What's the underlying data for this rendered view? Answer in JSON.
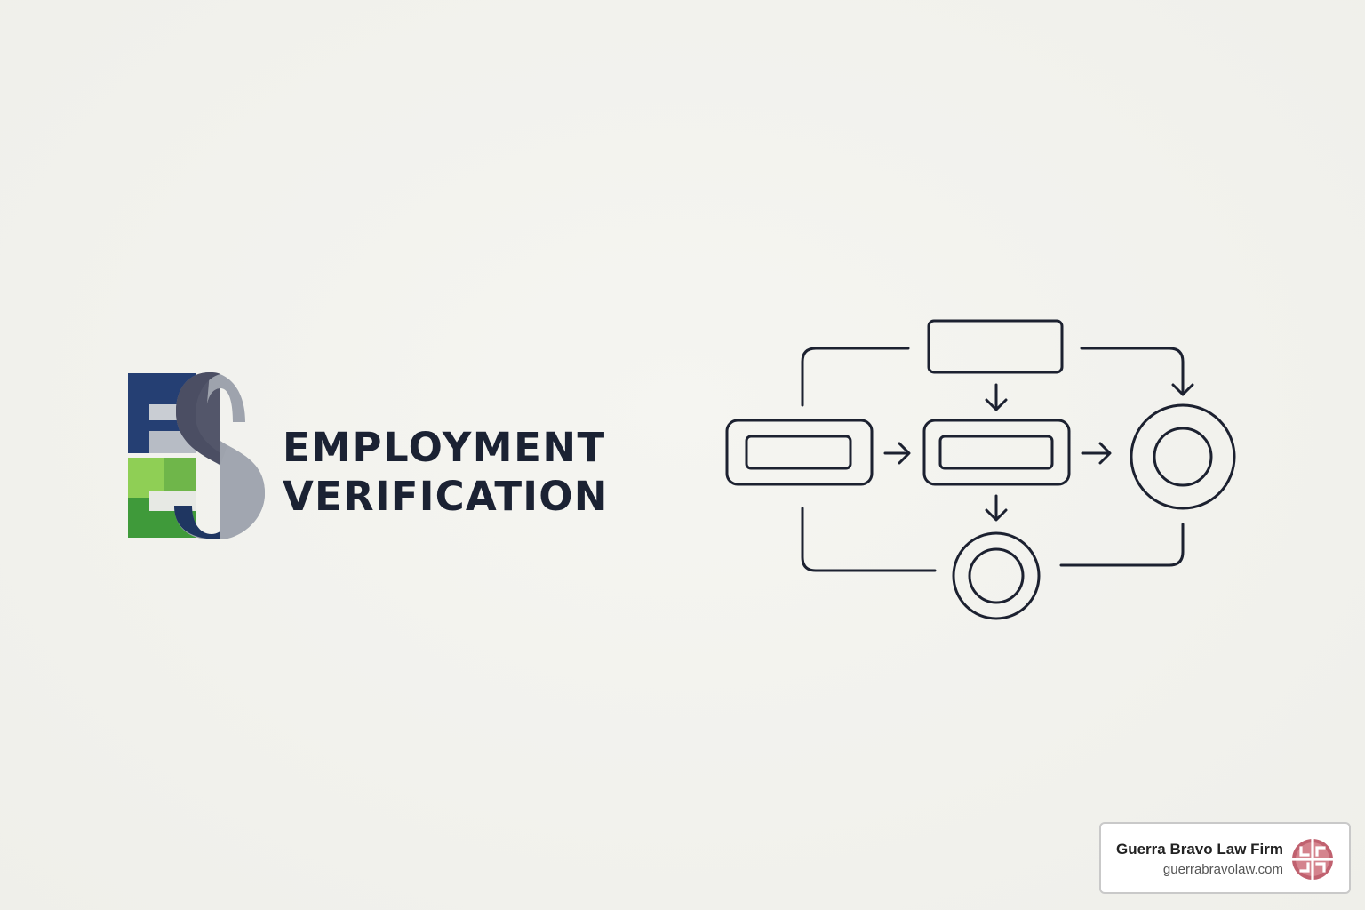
{
  "logo": {
    "monogram": "ES",
    "line1": "EMPLOYMENT",
    "line2": "VERIFICATION",
    "colors": {
      "navy": "#253f73",
      "slate": "#53566a",
      "gray": "#9ea3ad",
      "green": "#3f9a3a",
      "lime": "#8fcf55",
      "text": "#1b2233"
    }
  },
  "diagram": {
    "stroke_color": "#1c2130",
    "nodes": [
      {
        "id": "top-box",
        "shape": "rectangle"
      },
      {
        "id": "left-box",
        "shape": "double-rectangle"
      },
      {
        "id": "center-box",
        "shape": "double-rectangle"
      },
      {
        "id": "right-circle",
        "shape": "double-circle"
      },
      {
        "id": "bottom-circle",
        "shape": "double-circle"
      }
    ]
  },
  "badge": {
    "name": "Guerra Bravo Law Firm",
    "url": "guerrabravolaw.com",
    "icon": "law-firm-logo-icon",
    "icon_color": "#c0616f"
  }
}
